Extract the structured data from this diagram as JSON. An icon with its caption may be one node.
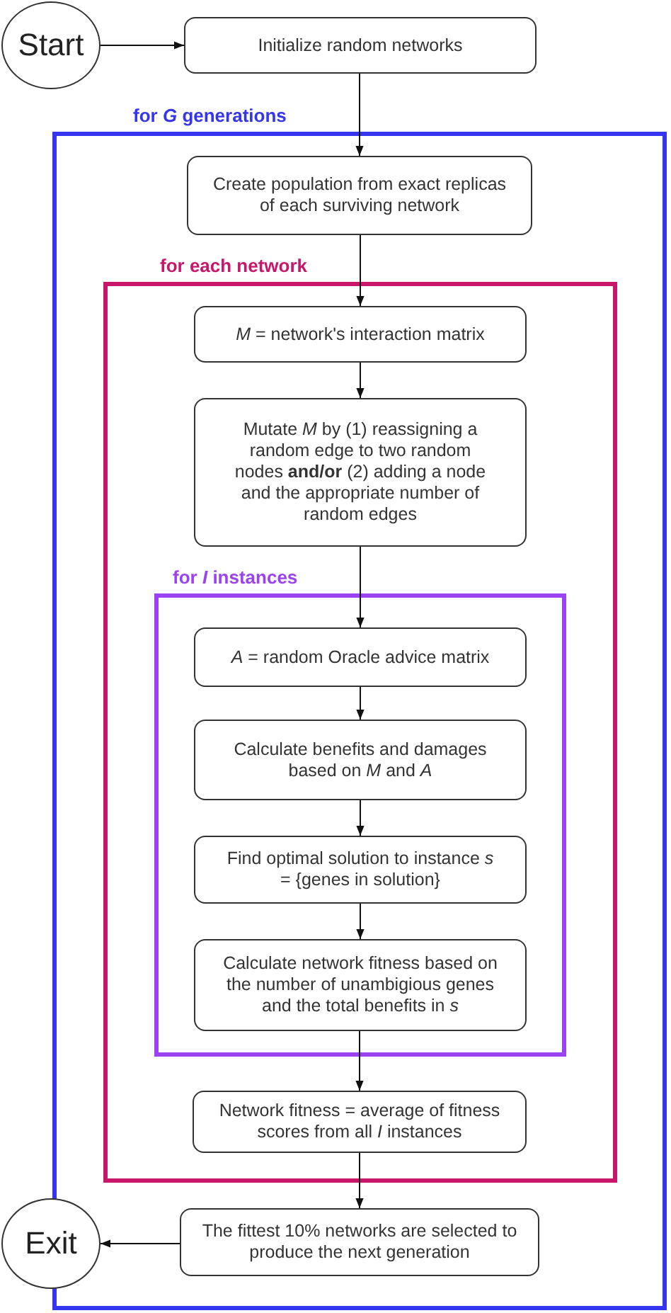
{
  "diagram": {
    "nodes": [
      {
        "text": [
          "Start"
        ]
      },
      {
        "text": [
          "Initialize random networks"
        ]
      },
      {
        "text": [
          "for *G* generations"
        ]
      },
      {
        "text": [
          "Create population from exact replicas of each surviving network"
        ],
        "in": 2
      },
      {
        "text": [
          "for each network"
        ],
        "in": 2
      },
      {
        "text": [
          "*M* = network's interaction matrix"
        ],
        "in": 4
      },
      {
        "text": [
          "Mutate *M* by (1) reassigning a random edge to two random nodes **and/or** (2) adding a node and the appropriate number of random edges"
        ],
        "in": 4
      },
      {
        "text": [
          "for *I* instances"
        ],
        "in": 4
      },
      {
        "text": [
          "*A* = random Oracle advice matrix"
        ],
        "in": 7
      },
      {
        "text": [
          "Calculate benefits and damages based on *M* and *A*"
        ],
        "in": 7
      },
      {
        "text": [
          "Find optimal solution to instance *s* = {genes in solution}"
        ],
        "in": 7
      },
      {
        "text": [
          "Calculate network fitness based on the number of unambigious genes and the total benefits in *s*"
        ],
        "in": 7
      },
      {
        "text": [
          "Network fitness = average of fitness scores from all *I* instances"
        ],
        "in": 4
      },
      {
        "text": [
          "The fittest 10% networks are selected to produce the next generation"
        ],
        "in": 2
      },
      {
        "text": [
          "Exit"
        ]
      }
    ],
    "edges": [
      {
        "from": 0,
        "to": 1,
        "arrow": "to"
      },
      {
        "from": 1,
        "to": 3,
        "arrow": "to"
      },
      {
        "from": 3,
        "to": 5,
        "arrow": "to"
      },
      {
        "from": 5,
        "to": 6,
        "arrow": "to"
      },
      {
        "from": 6,
        "to": 8,
        "arrow": "to"
      },
      {
        "from": 8,
        "to": 9,
        "arrow": "to"
      },
      {
        "from": 9,
        "to": 10,
        "arrow": "to"
      },
      {
        "from": 10,
        "to": 11,
        "arrow": "to"
      },
      {
        "from": 11,
        "to": 12,
        "arrow": "to"
      },
      {
        "from": 12,
        "to": 13,
        "arrow": "to"
      },
      {
        "from": 13,
        "to": 14,
        "arrow": "to"
      }
    ]
  }
}
